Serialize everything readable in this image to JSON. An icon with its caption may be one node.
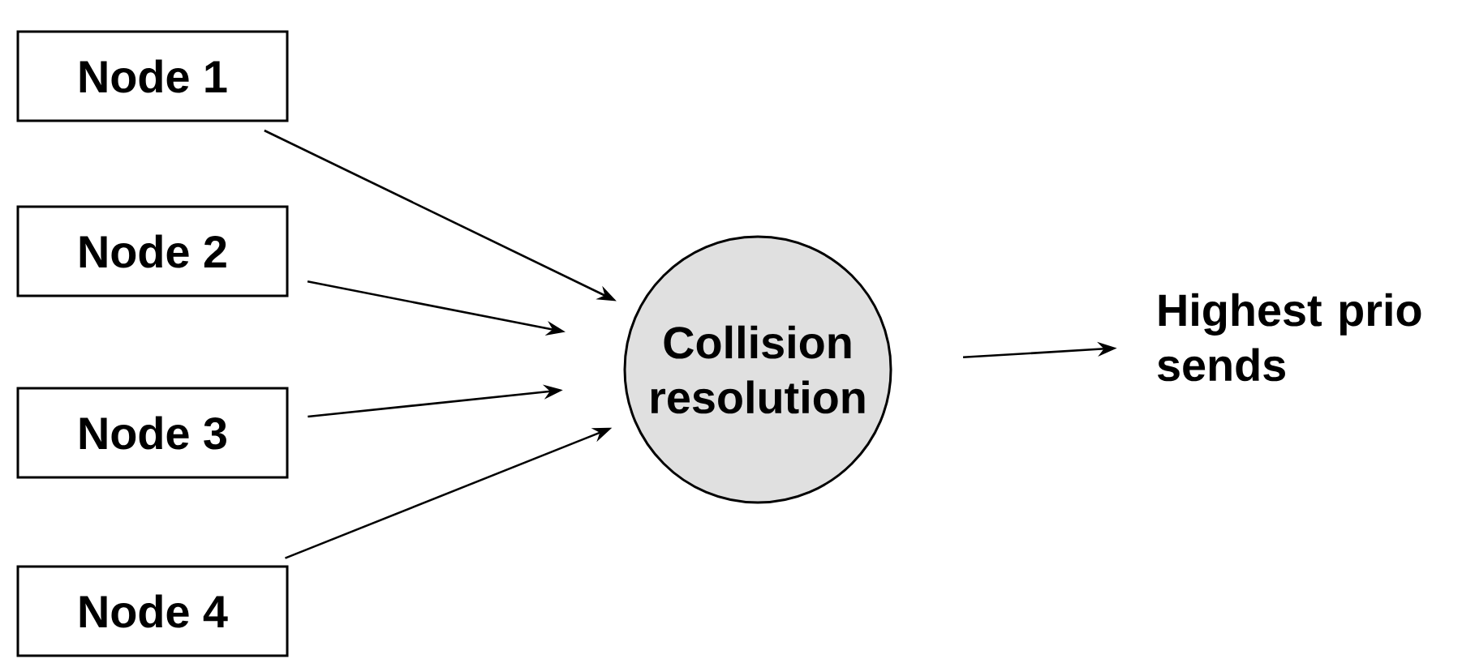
{
  "diagram": {
    "nodes": [
      {
        "text": [
          "Node 1"
        ]
      },
      {
        "text": [
          "Node 2"
        ]
      },
      {
        "text": [
          "Node 3"
        ]
      },
      {
        "text": [
          "Node 4"
        ]
      },
      {
        "text": [
          "Collision resolution"
        ]
      },
      {
        "text": [
          "Highest prio sends"
        ]
      }
    ],
    "edges": [
      {
        "from": 0,
        "to": 4,
        "arrow": "to"
      },
      {
        "from": 1,
        "to": 4,
        "arrow": "to"
      },
      {
        "from": 2,
        "to": 4,
        "arrow": "to"
      },
      {
        "from": 3,
        "to": 4,
        "arrow": "to"
      },
      {
        "from": 4,
        "to": 5,
        "arrow": "to"
      }
    ]
  }
}
